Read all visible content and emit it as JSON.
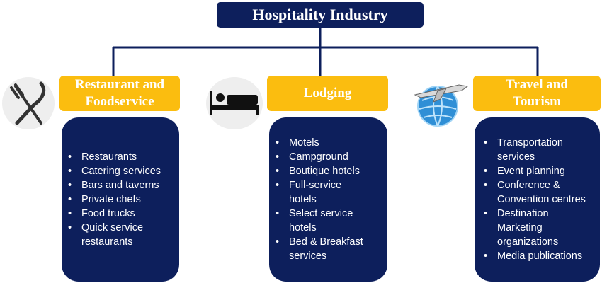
{
  "root": {
    "title": "Hospitality Industry"
  },
  "categories": [
    {
      "title_lines": [
        "Restaurant and",
        "Foodservice"
      ],
      "icon": "fork-knife-icon",
      "items": [
        "Restaurants",
        "Catering services",
        "Bars and taverns",
        "Private chefs",
        "Food trucks",
        "Quick service",
        "restaurants"
      ]
    },
    {
      "title_lines": [
        "Lodging"
      ],
      "icon": "bed-icon",
      "items": [
        "Motels",
        "Campground",
        "Boutique hotels",
        "Full-service",
        "hotels",
        "Select service",
        "hotels",
        "Bed & Breakfast",
        "services"
      ]
    },
    {
      "title_lines": [
        "Travel and",
        "Tourism"
      ],
      "icon": "airplane-globe-icon",
      "items": [
        "Transportation",
        "services",
        "Event planning",
        "Conference &",
        "Convention centres",
        "Destination",
        "Marketing",
        "organizations",
        "Media publications"
      ]
    }
  ],
  "colors": {
    "navy": "#0d1f5c",
    "gold": "#fbbd0f",
    "icon_bg": "#eeeeee"
  }
}
